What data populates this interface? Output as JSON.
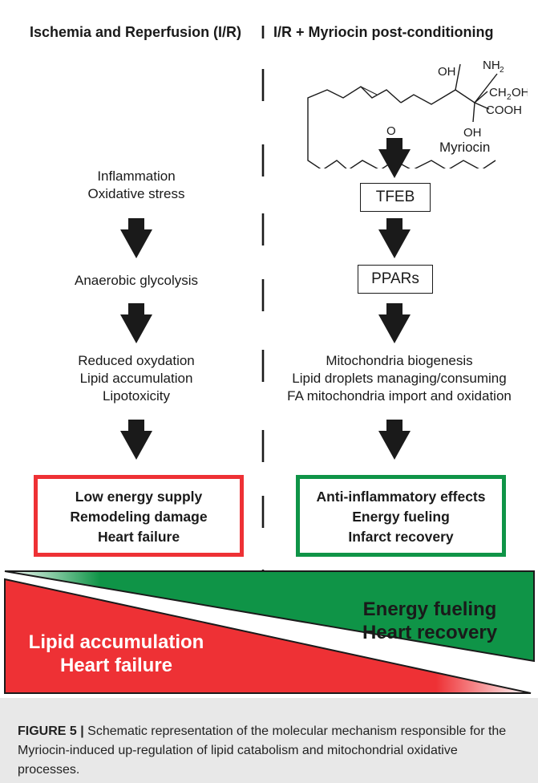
{
  "header": {
    "left": "Ischemia and Reperfusion (I/R)",
    "right": "I/R + Myriocin post-conditioning"
  },
  "molecule": {
    "name": "Myriocin",
    "labels": {
      "oh1": "OH",
      "nh2": "NH",
      "nh2_sub": "2",
      "ch2oh_pre": "CH",
      "ch2oh_sub": "2",
      "ch2oh_post": "OH",
      "oh2": "OH",
      "cooh": "COOH",
      "o": "O"
    }
  },
  "left_column": {
    "step1": [
      "Inflammation",
      "Oxidative stress"
    ],
    "step2": [
      "Anaerobic glycolysis"
    ],
    "step3": [
      "Reduced oxydation",
      "Lipid accumulation",
      "Lipotoxicity"
    ],
    "outcome": [
      "Low energy supply",
      "Remodeling damage",
      "Heart failure"
    ]
  },
  "right_column": {
    "box1": "TFEB",
    "box2": "PPARs",
    "step3": [
      "Mitochondria biogenesis",
      "Lipid droplets managing/consuming",
      "FA mitochondria import and oxidation"
    ],
    "outcome": [
      "Anti-inflammatory effects",
      "Energy fueling",
      "Infarct recovery"
    ]
  },
  "triangles": {
    "green_text": [
      "Energy fueling",
      "Heart recovery"
    ],
    "red_text": [
      "Lipid accumulation",
      "Heart failure"
    ]
  },
  "caption": {
    "label": "FIGURE 5 |",
    "text": " Schematic representation of the molecular mechanism responsible for the Myriocin-induced up-regulation of lipid catabolism and mitochondrial oxidative processes."
  },
  "colors": {
    "red": "#ee3135",
    "green": "#0f9447",
    "light_green": "#d6efe0",
    "black": "#1a1a1a"
  }
}
